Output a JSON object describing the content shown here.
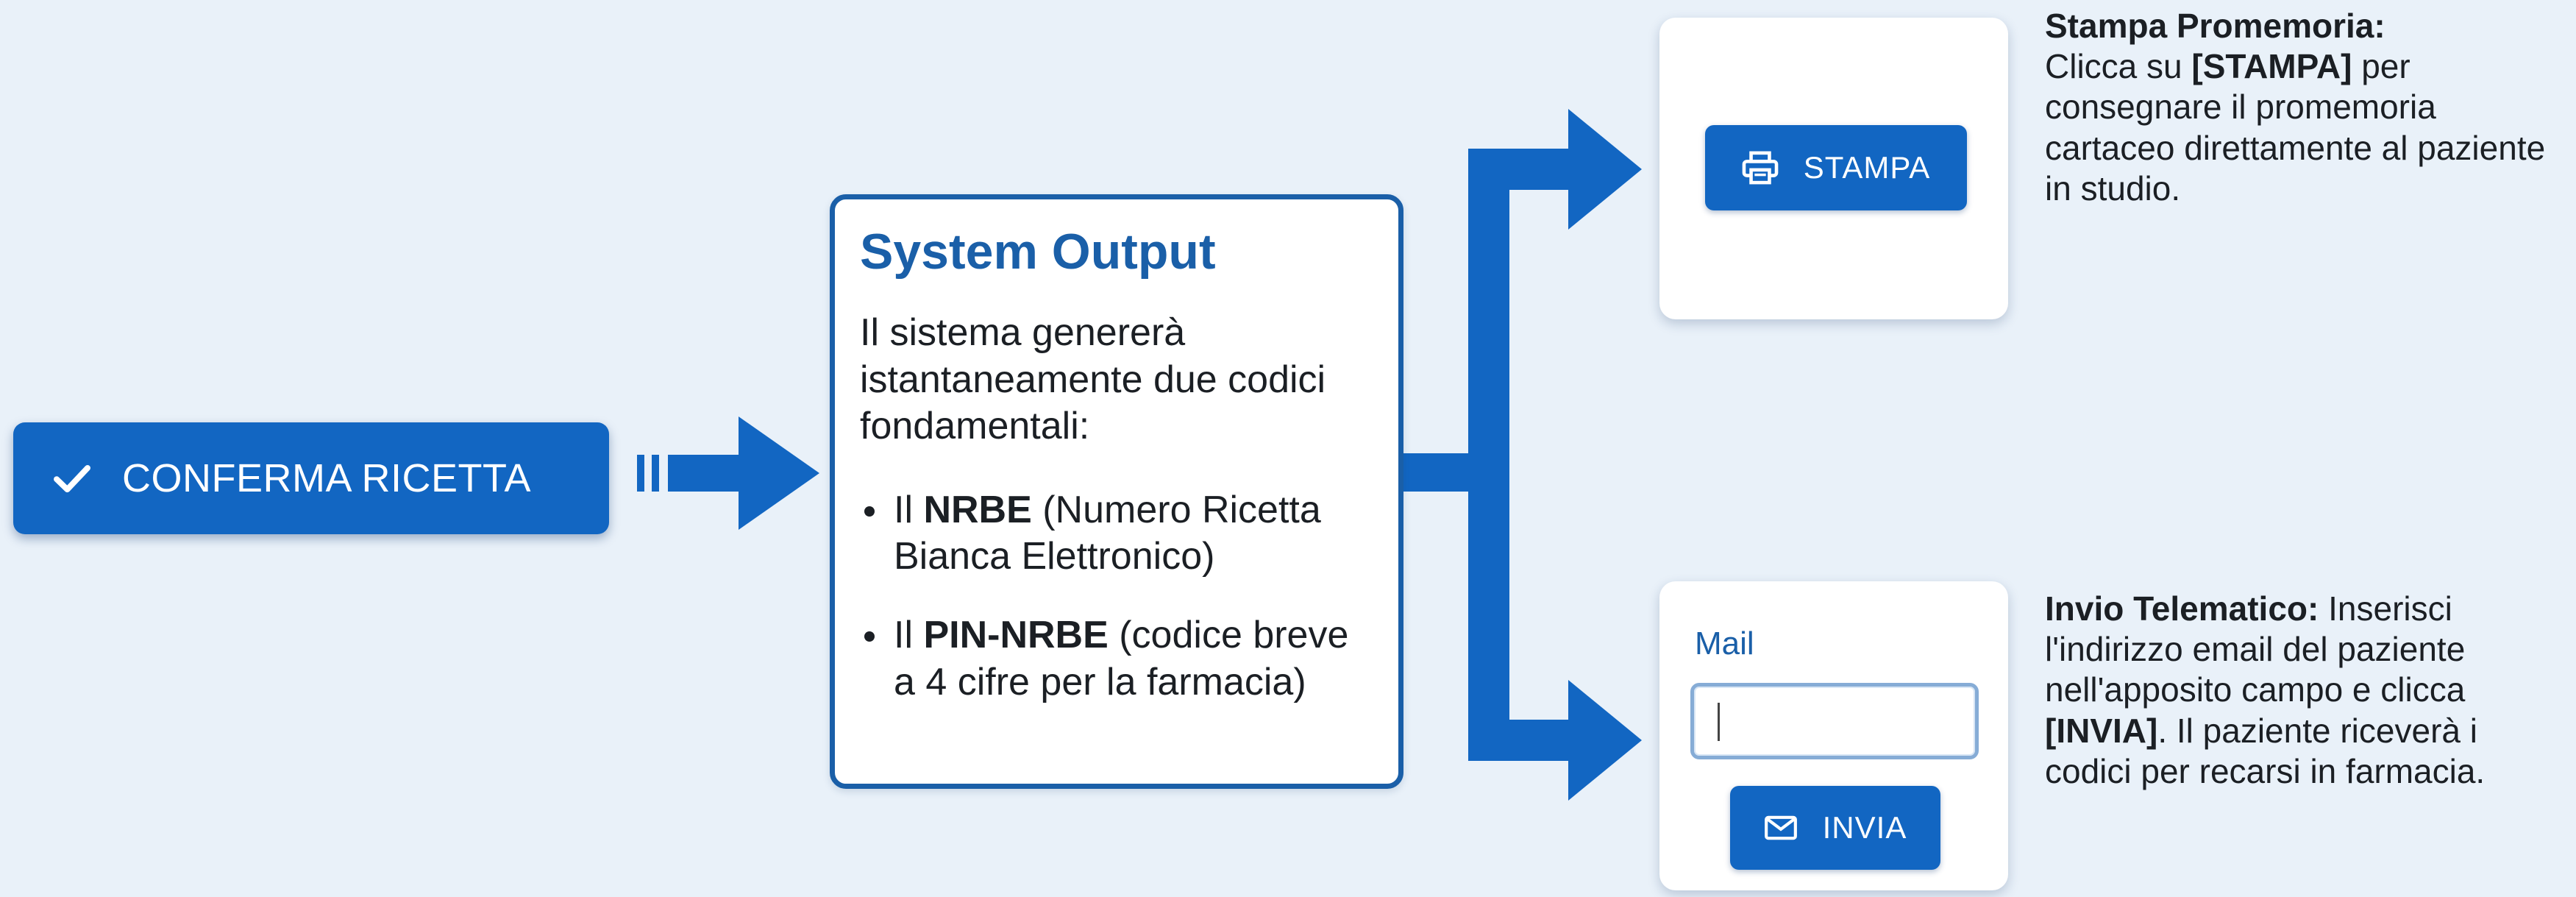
{
  "confirm_button": {
    "label": "CONFERMA RICETTA",
    "icon": "check-icon"
  },
  "output_box": {
    "title": "System Output",
    "intro": "Il sistema genererà istantaneamente due codici fondamentali:",
    "bullets": [
      {
        "prefix": "Il ",
        "bold": "NRBE",
        "text": " (Numero Ricetta Bianca Elettronico)"
      },
      {
        "prefix": "Il ",
        "bold": "PIN-NRBE",
        "text": " (codice breve a 4 cifre per la farmacia)"
      }
    ]
  },
  "print_card": {
    "button_label": "STAMPA",
    "icon": "printer-icon"
  },
  "print_text": {
    "heading": "Stampa Promemoria:",
    "line_start": "Clicca su ",
    "bold": "[STAMPA]",
    "line_end": " per consegnare il promemoria cartaceo direttamente al paziente in studio."
  },
  "mail_card": {
    "field_label": "Mail",
    "input_value": "",
    "button_label": "INVIA",
    "icon": "envelope-icon"
  },
  "mail_text": {
    "heading": "Invio Telematico:",
    "part1": " Inserisci l'indirizzo email del paziente nell'apposito campo e clicca ",
    "bold": "[INVIA]",
    "part2": ". Il paziente riceverà i codici per recarsi in farmacia."
  },
  "colors": {
    "background": "#e9f1f9",
    "accent": "#1266c2",
    "box_border": "#1a5fa8"
  }
}
